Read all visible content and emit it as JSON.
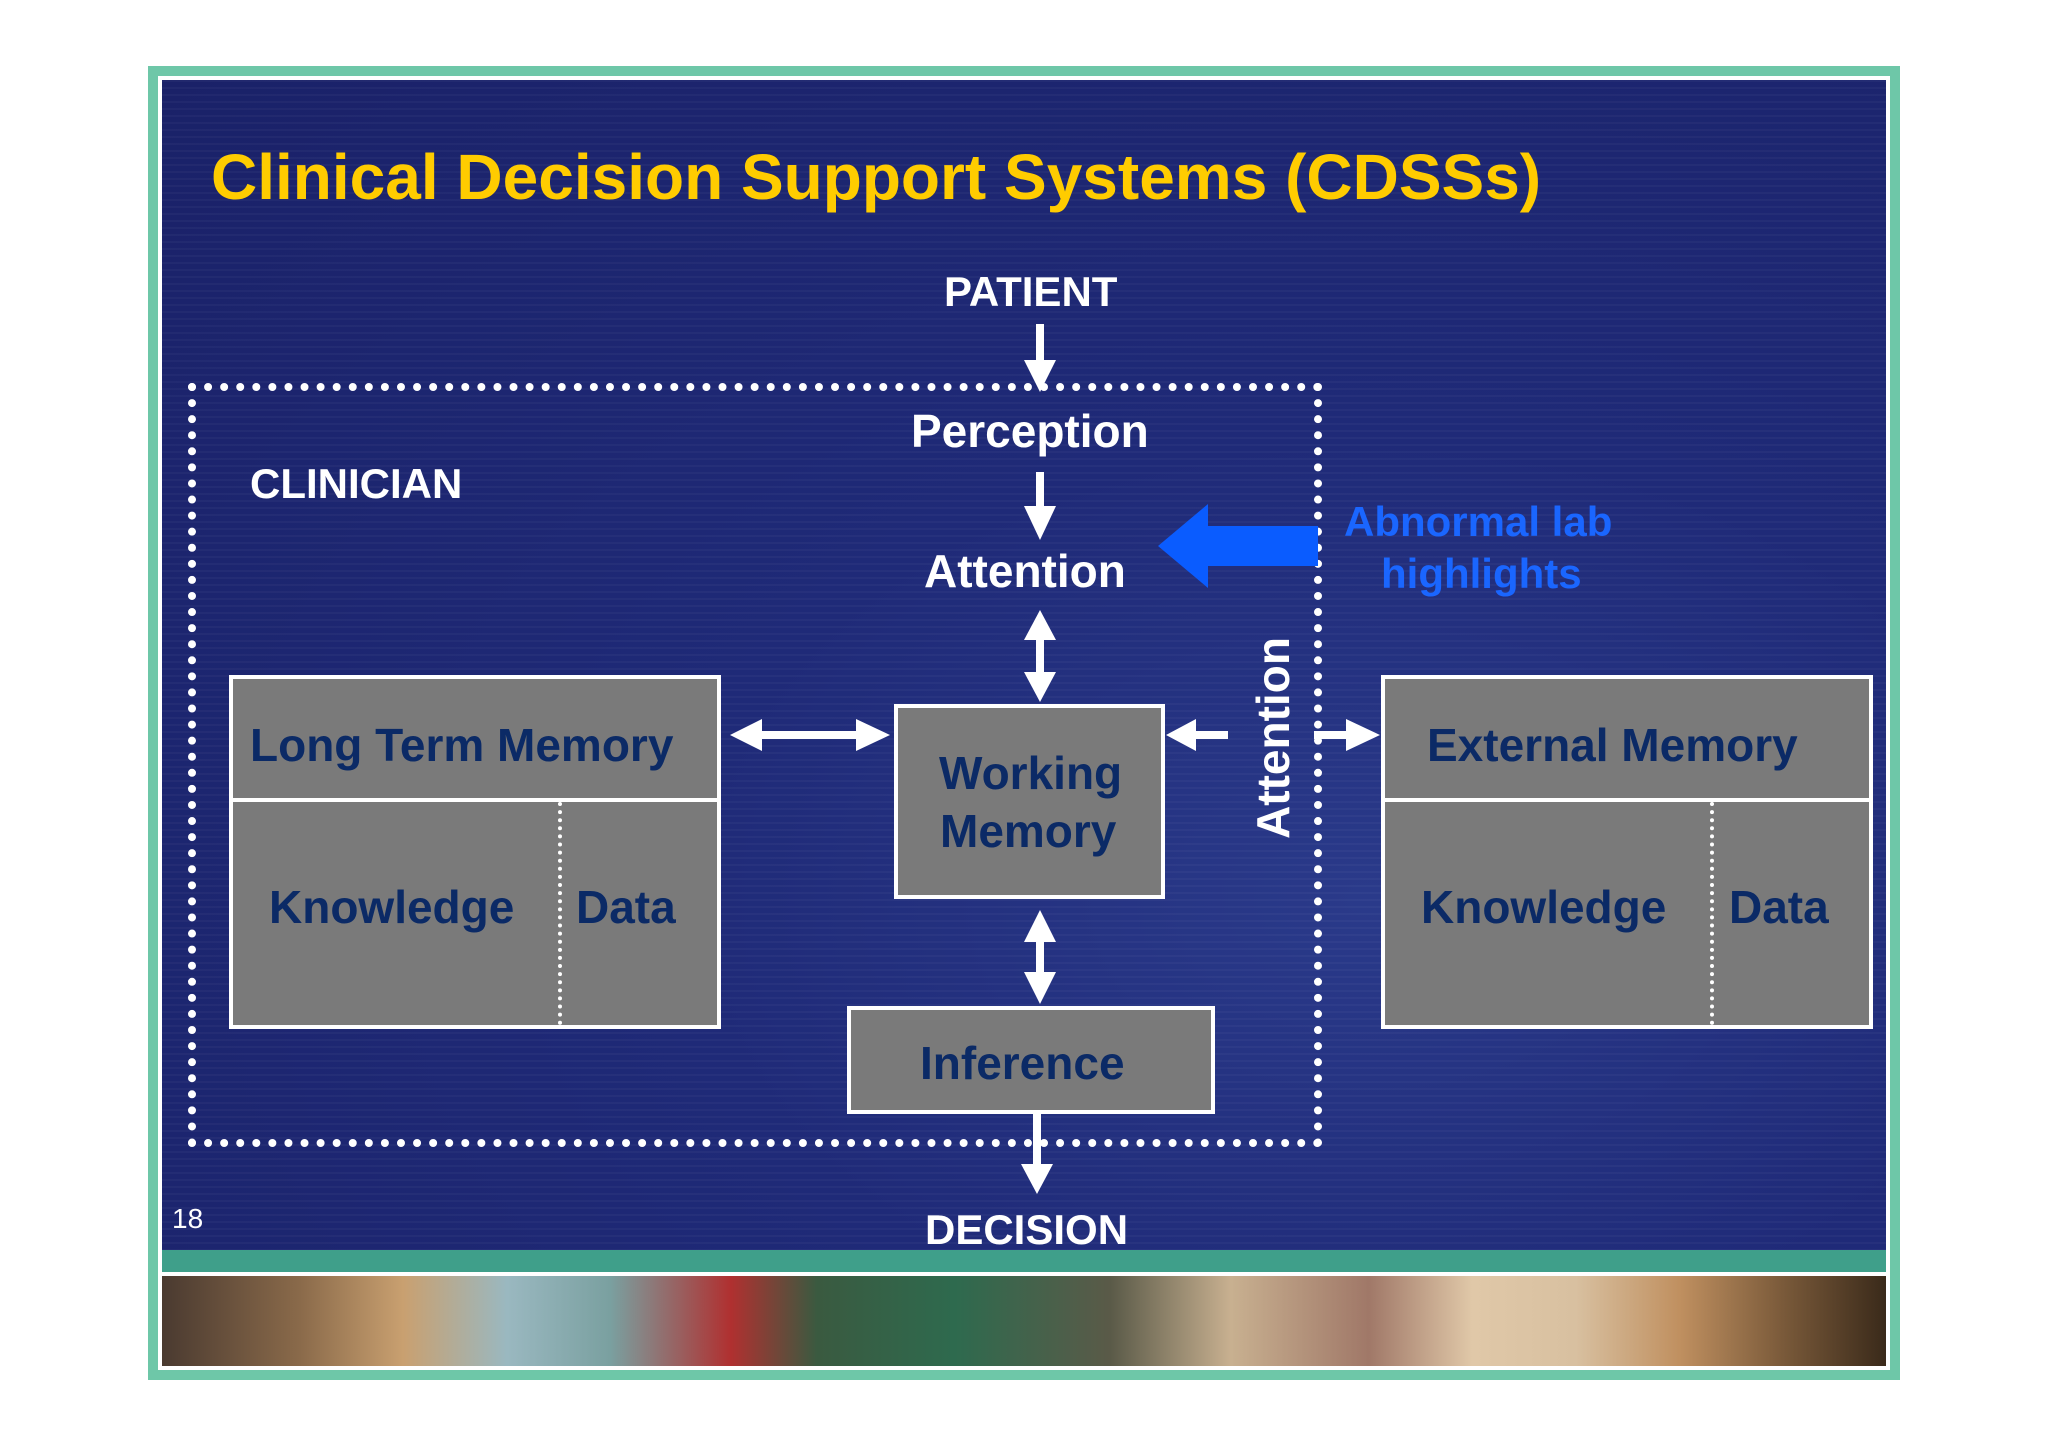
{
  "slide": {
    "title": "Clinical Decision Support Systems (CDSSs)",
    "page_number": "18"
  },
  "diagram": {
    "patient": "PATIENT",
    "clinician": "CLINICIAN",
    "perception": "Perception",
    "attention_top": "Attention",
    "attention_side": "Attention",
    "abnormal_lab_line1": "Abnormal lab",
    "abnormal_lab_line2": "highlights",
    "long_term_memory": {
      "header": "Long Term Memory",
      "left": "Knowledge",
      "right": "Data"
    },
    "working_memory_line1": "Working",
    "working_memory_line2": "Memory",
    "inference": "Inference",
    "external_memory": {
      "header": "External Memory",
      "left": "Knowledge",
      "right": "Data"
    },
    "decision": "DECISION"
  },
  "colors": {
    "title": "#ffcc00",
    "background": "#1f2a78",
    "box_fill": "#7a7a7a",
    "box_text": "#0b2a66",
    "highlight_arrow": "#0a5cff",
    "frame": "#6ec7a8"
  }
}
